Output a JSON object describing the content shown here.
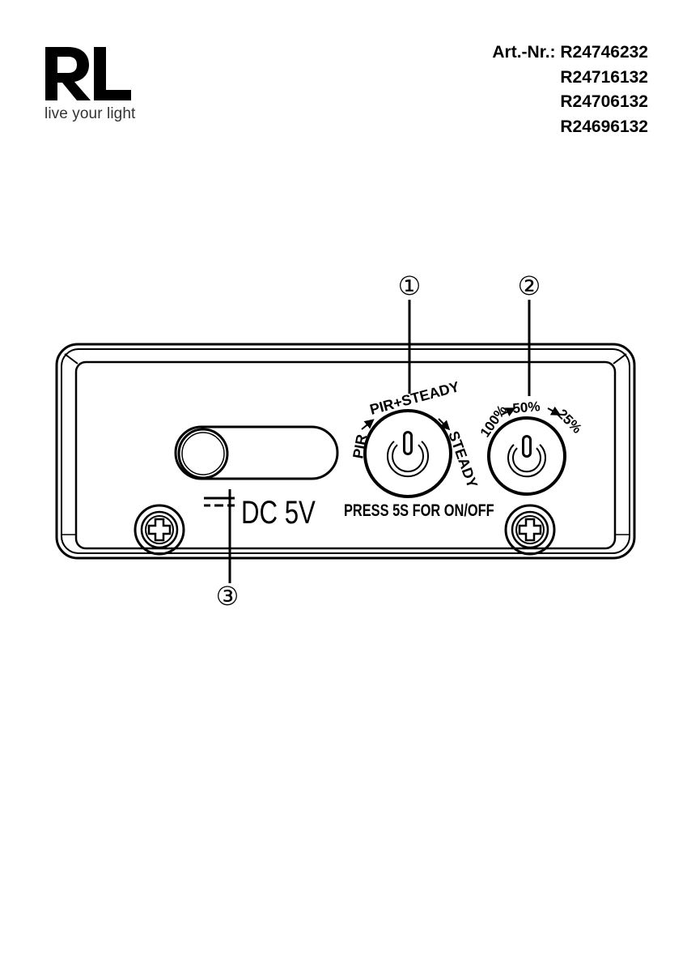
{
  "brand": {
    "logo_letters": "RL",
    "tagline": "live your light"
  },
  "article": {
    "label": "Art.-Nr.:",
    "numbers": [
      "R24746232",
      "R24716132",
      "R24706132",
      "R24696132"
    ]
  },
  "device": {
    "callouts": [
      "①",
      "②",
      "③"
    ],
    "mode_dial": {
      "label_left": "PIR",
      "label_top": "PIR+STEADY",
      "label_right": "STEADY"
    },
    "brightness_dial": {
      "label_left": "100%",
      "label_mid": "50%",
      "label_right": "25%"
    },
    "press_hint": "PRESS 5S FOR ON/OFF",
    "power_label": "DC 5V"
  },
  "icons": [
    "power-icon",
    "screw-icon",
    "dc-symbol-icon",
    "arrow-right-icon"
  ]
}
